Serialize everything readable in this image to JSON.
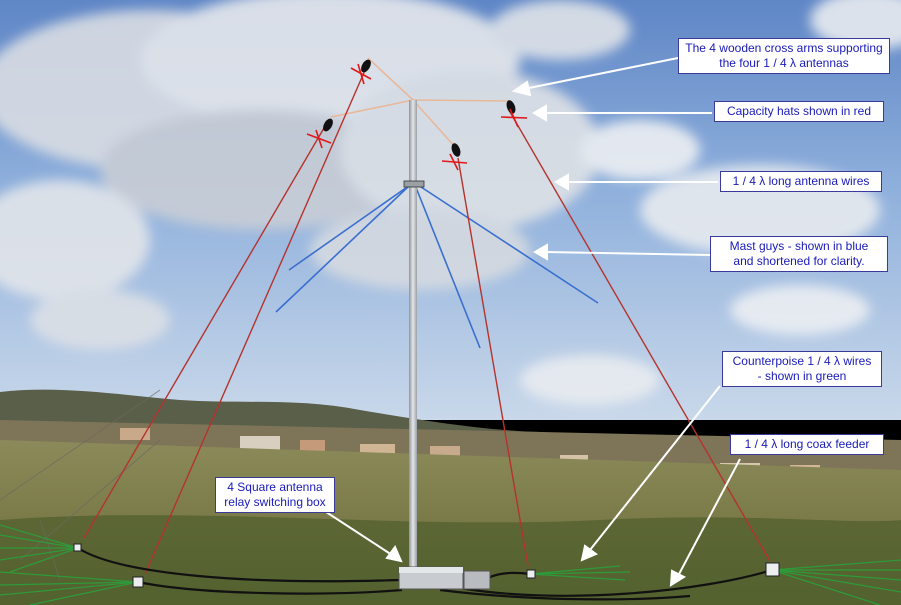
{
  "callouts": {
    "cross_arms": {
      "line1": "The 4 wooden cross arms supporting",
      "line2": "the four 1 / 4 λ antennas"
    },
    "capacity_hats": {
      "line1": "Capacity hats shown in red"
    },
    "antenna_wires": {
      "line1": "1 / 4 λ long antenna wires"
    },
    "mast_guys": {
      "line1": "Mast guys - shown in blue",
      "line2": "and shortened for clarity."
    },
    "counterpoise": {
      "line1": "Counterpoise 1 / 4 λ wires",
      "line2": "- shown in green"
    },
    "coax_feeder": {
      "line1": "1 / 4 λ long coax feeder"
    },
    "relay_box": {
      "line1": "4 Square antenna",
      "line2": "relay switching box"
    }
  },
  "colors": {
    "antenna_wire": "#b5332c",
    "capacity_hat": "#e01818",
    "mast_guy": "#3a6fd0",
    "counterpoise": "#2e9a3a",
    "cross_arm": "#e8b89a",
    "coax": "#111111",
    "callout_text": "#1a1ab8"
  }
}
